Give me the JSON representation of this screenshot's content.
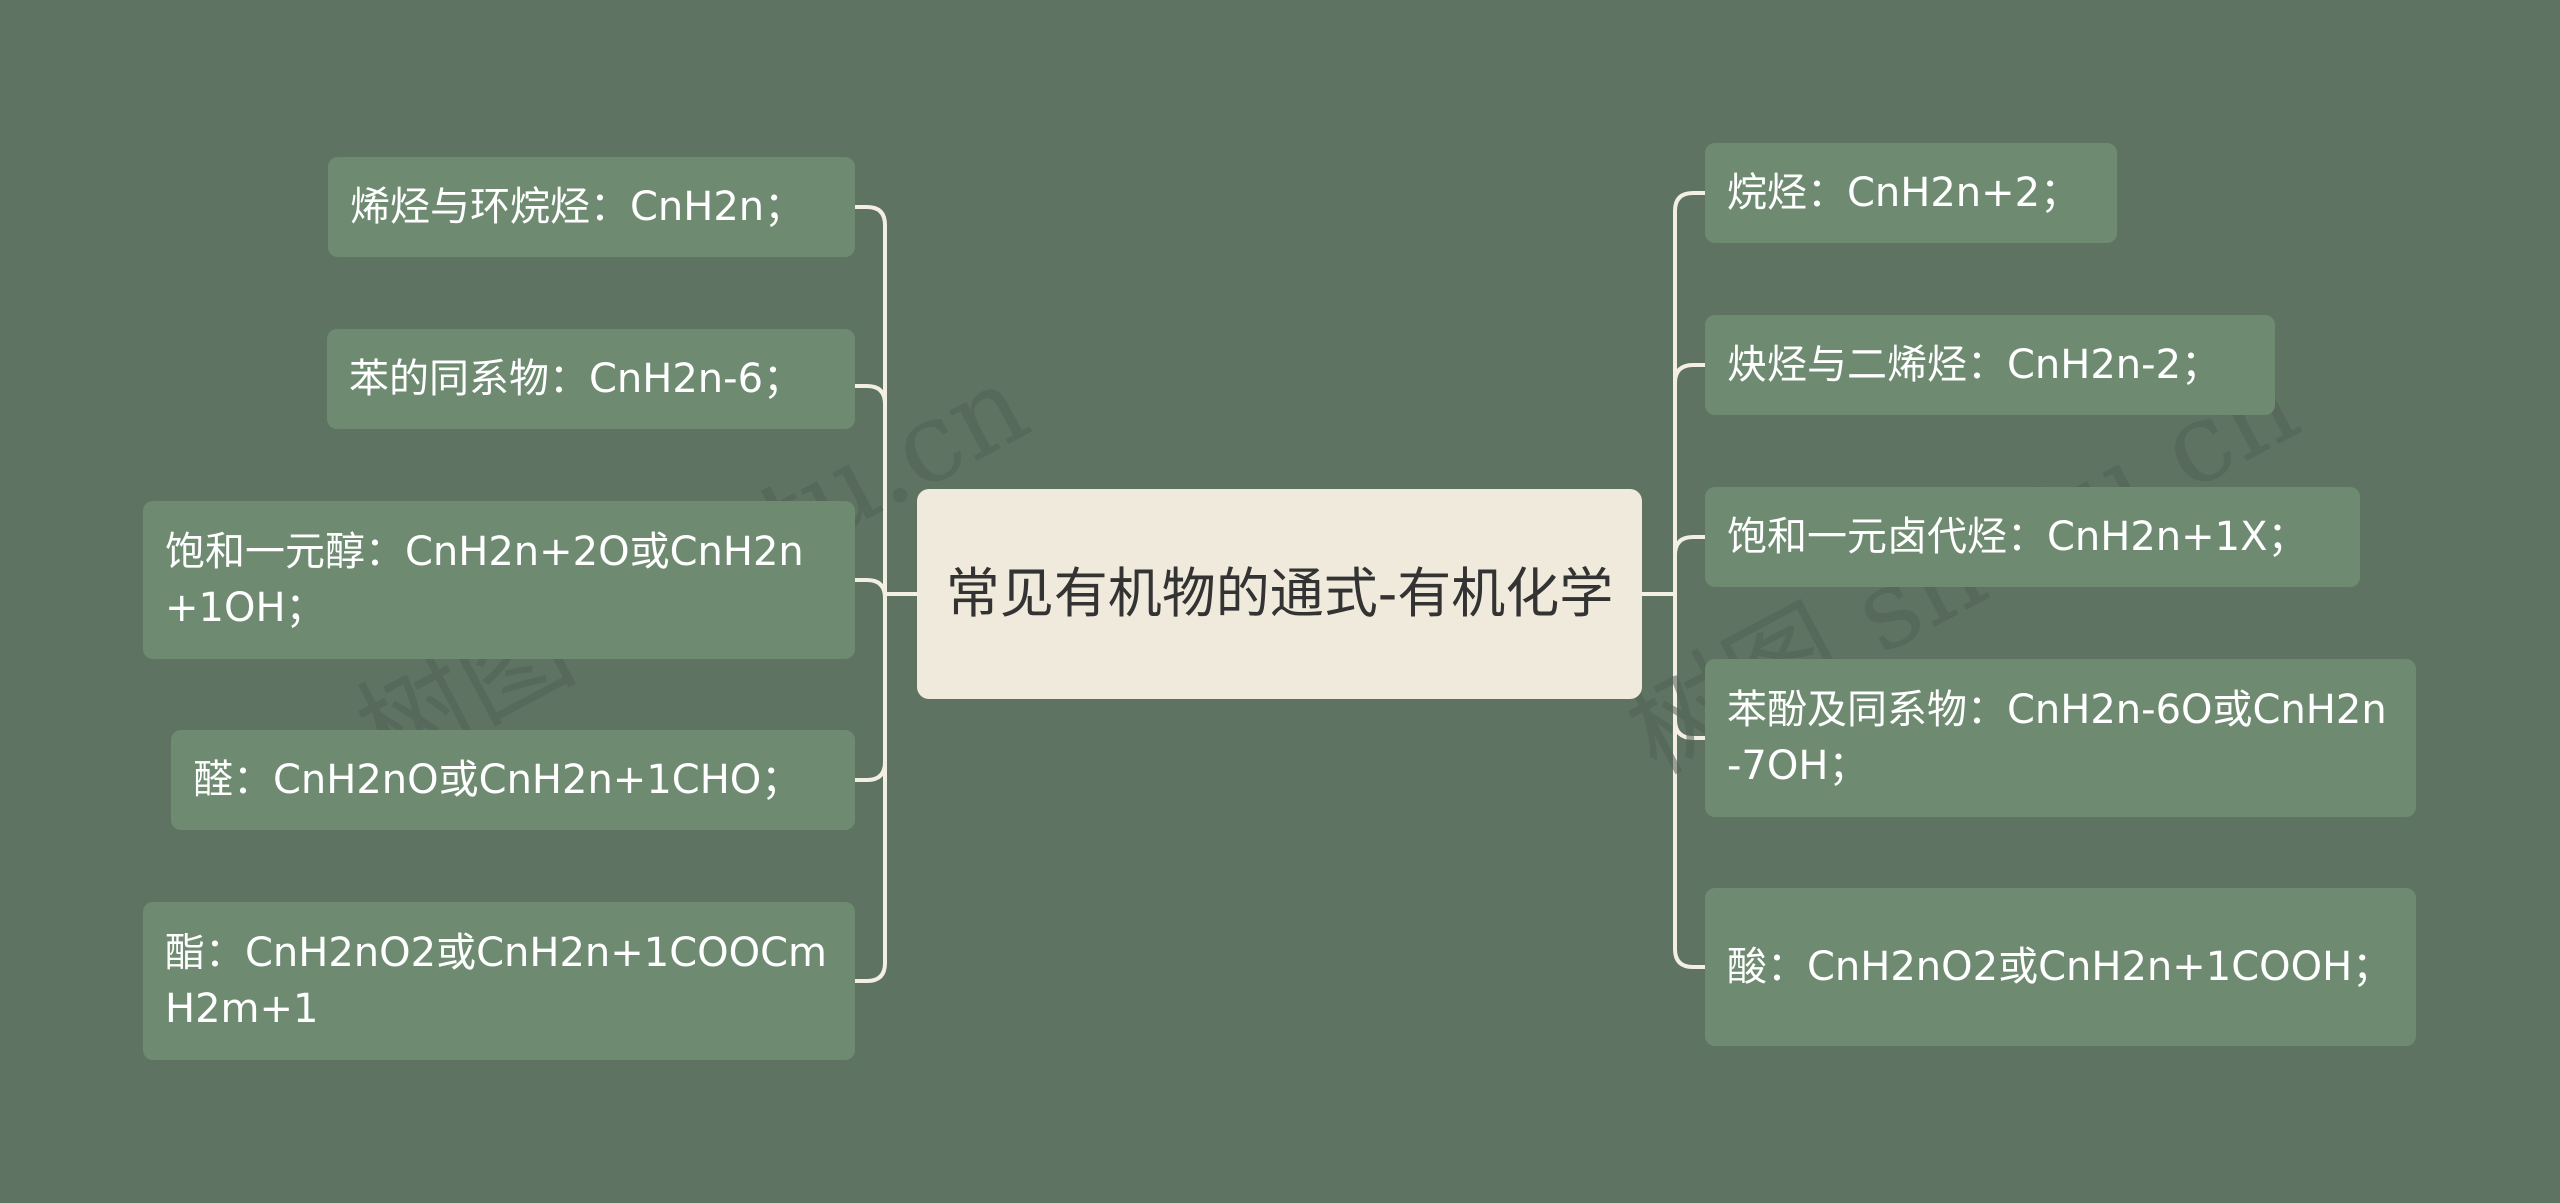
{
  "root": {
    "title": "常见有机物的通式-有机化学"
  },
  "left": [
    "烯烃与环烷烃：CnH2n；",
    "苯的同系物：CnH2n-6；",
    "饱和一元醇：CnH2n+2O或CnH2n+1OH；",
    "醛：CnH2nO或CnH2n+1CHO；",
    "酯：CnH2nO2或CnH2n+1COOCmH2m+1"
  ],
  "right": [
    "烷烃：CnH2n+2；",
    "炔烃与二烯烃：CnH2n-2；",
    "饱和一元卤代烃：CnH2n+1X；",
    "苯酚及同系物：CnH2n-6O或CnH2n-7OH；",
    "酸：CnH2nO2或CnH2n+1COOH；"
  ],
  "watermark": [
    "树图 shutu.cn",
    "树图 shutu.cn"
  ],
  "colors": {
    "background": "#5f7363",
    "node": "#6e8b72",
    "root": "#efeadb",
    "line": "#f3efe3"
  }
}
